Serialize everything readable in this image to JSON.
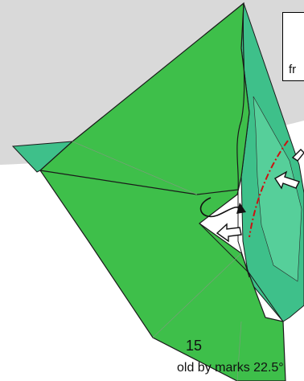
{
  "diagram": {
    "step_number": "15",
    "caption": "old by marks 22.5°",
    "note_box_text": "fr",
    "colors": {
      "paper_front": "#3ebf4a",
      "paper_back": "#3ec08a",
      "paper_light": "#56cf9a",
      "band": "#d9d9d9",
      "crease": "#1a1a1a",
      "mountain_fold": "#cc1111",
      "arrow_fill": "#ffffff"
    },
    "icons": [
      "push-arrow-icon",
      "fold-arrow-icon"
    ]
  }
}
